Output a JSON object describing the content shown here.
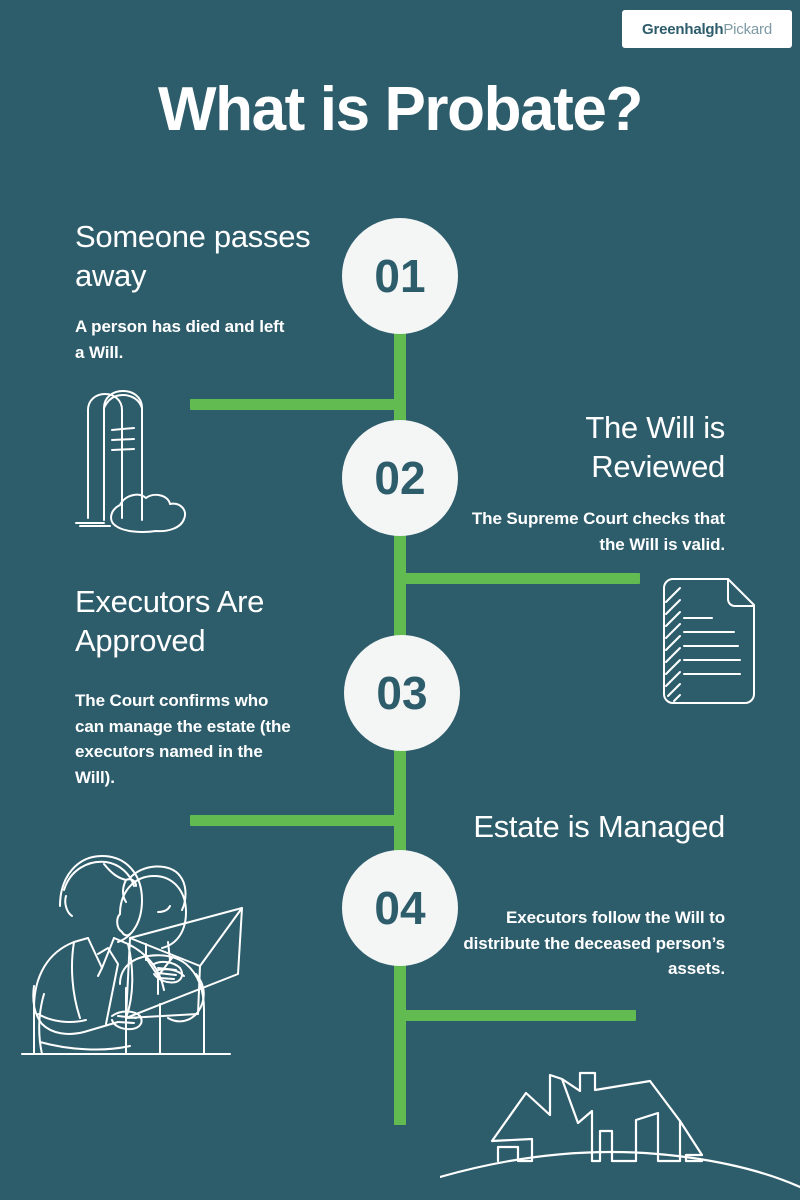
{
  "brand": {
    "logo_primary": "Greenhalgh",
    "logo_secondary": "Pickard"
  },
  "header": {
    "title": "What is Probate?"
  },
  "theme": {
    "background": "#2d5c6b",
    "accent_green": "#62bb51",
    "circle_fill": "#f4f5f5",
    "number_color": "#2d5c6b",
    "text_color": "#ffffff",
    "logo_primary_color": "#2d5c6b",
    "logo_secondary_color": "#7d9aa4"
  },
  "steps": [
    {
      "number": "01",
      "heading": "Someone passes away",
      "body": "A person has died and left a Will.",
      "side": "left",
      "icon": "gravestone-icon"
    },
    {
      "number": "02",
      "heading": "The Will is Reviewed",
      "body": "The Supreme Court checks that the Will is valid.",
      "side": "right",
      "icon": "document-icon"
    },
    {
      "number": "03",
      "heading": "Executors Are Approved",
      "body": "The Court confirms who can manage the estate (the executors named in the Will).",
      "side": "left",
      "icon": "two-people-reviewing-icon"
    },
    {
      "number": "04",
      "heading": "Estate is Managed",
      "body": "Executors follow the Will to distribute the deceased person’s assets.",
      "side": "right",
      "icon": "house-icon"
    }
  ]
}
